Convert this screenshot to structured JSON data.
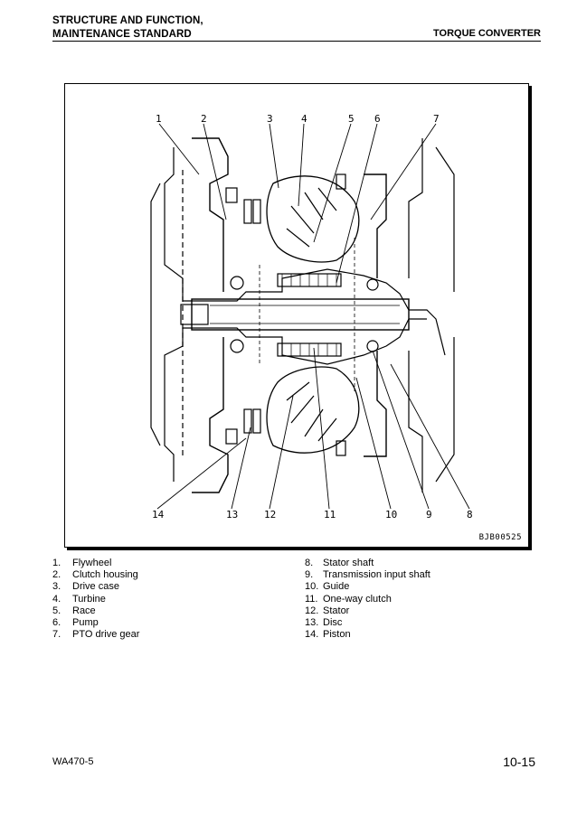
{
  "header": {
    "section_line1": "STRUCTURE AND FUNCTION,",
    "section_line2": "MAINTENANCE STANDARD",
    "chapter": "TORQUE CONVERTER"
  },
  "figure": {
    "code": "BJB00525",
    "callouts": {
      "c1": "1",
      "c2": "2",
      "c3": "3",
      "c4": "4",
      "c5": "5",
      "c6": "6",
      "c7": "7",
      "c8": "8",
      "c9": "9",
      "c10": "10",
      "c11": "11",
      "c12": "12",
      "c13": "13",
      "c14": "14"
    }
  },
  "legend": [
    {
      "num": "1.",
      "label": "Flywheel"
    },
    {
      "num": "2.",
      "label": "Clutch housing"
    },
    {
      "num": "3.",
      "label": "Drive case"
    },
    {
      "num": "4.",
      "label": "Turbine"
    },
    {
      "num": "5.",
      "label": "Race"
    },
    {
      "num": "6.",
      "label": "Pump"
    },
    {
      "num": "7.",
      "label": "PTO drive gear"
    },
    {
      "num": "8.",
      "label": "Stator shaft"
    },
    {
      "num": "9.",
      "label": "Transmission input shaft"
    },
    {
      "num": "10.",
      "label": "Guide"
    },
    {
      "num": "11.",
      "label": "One-way clutch"
    },
    {
      "num": "12.",
      "label": "Stator"
    },
    {
      "num": "13.",
      "label": "Disc"
    },
    {
      "num": "14.",
      "label": "Piston"
    }
  ],
  "footer": {
    "model": "WA470-5",
    "page": "10-15"
  }
}
